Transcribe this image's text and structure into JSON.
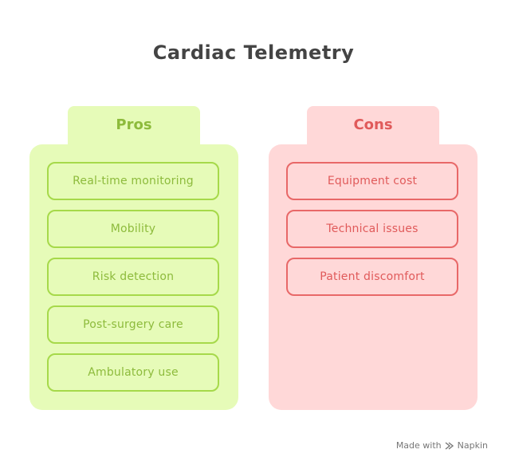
{
  "title": "Cardiac Telemetry",
  "pros": {
    "heading": "Pros",
    "items": [
      "Real-time monitoring",
      "Mobility",
      "Risk detection",
      "Post-surgery care",
      "Ambulatory use"
    ]
  },
  "cons": {
    "heading": "Cons",
    "items": [
      "Equipment cost",
      "Technical issues",
      "Patient discomfort"
    ]
  },
  "footer": {
    "made_with": "Made with",
    "brand": "Napkin",
    "icon": "napkin-logo-icon"
  },
  "colors": {
    "pros_bg": "#e6fbb8",
    "pros_accent": "#8dbb3c",
    "cons_bg": "#ffd8d8",
    "cons_accent": "#e05a5a"
  }
}
